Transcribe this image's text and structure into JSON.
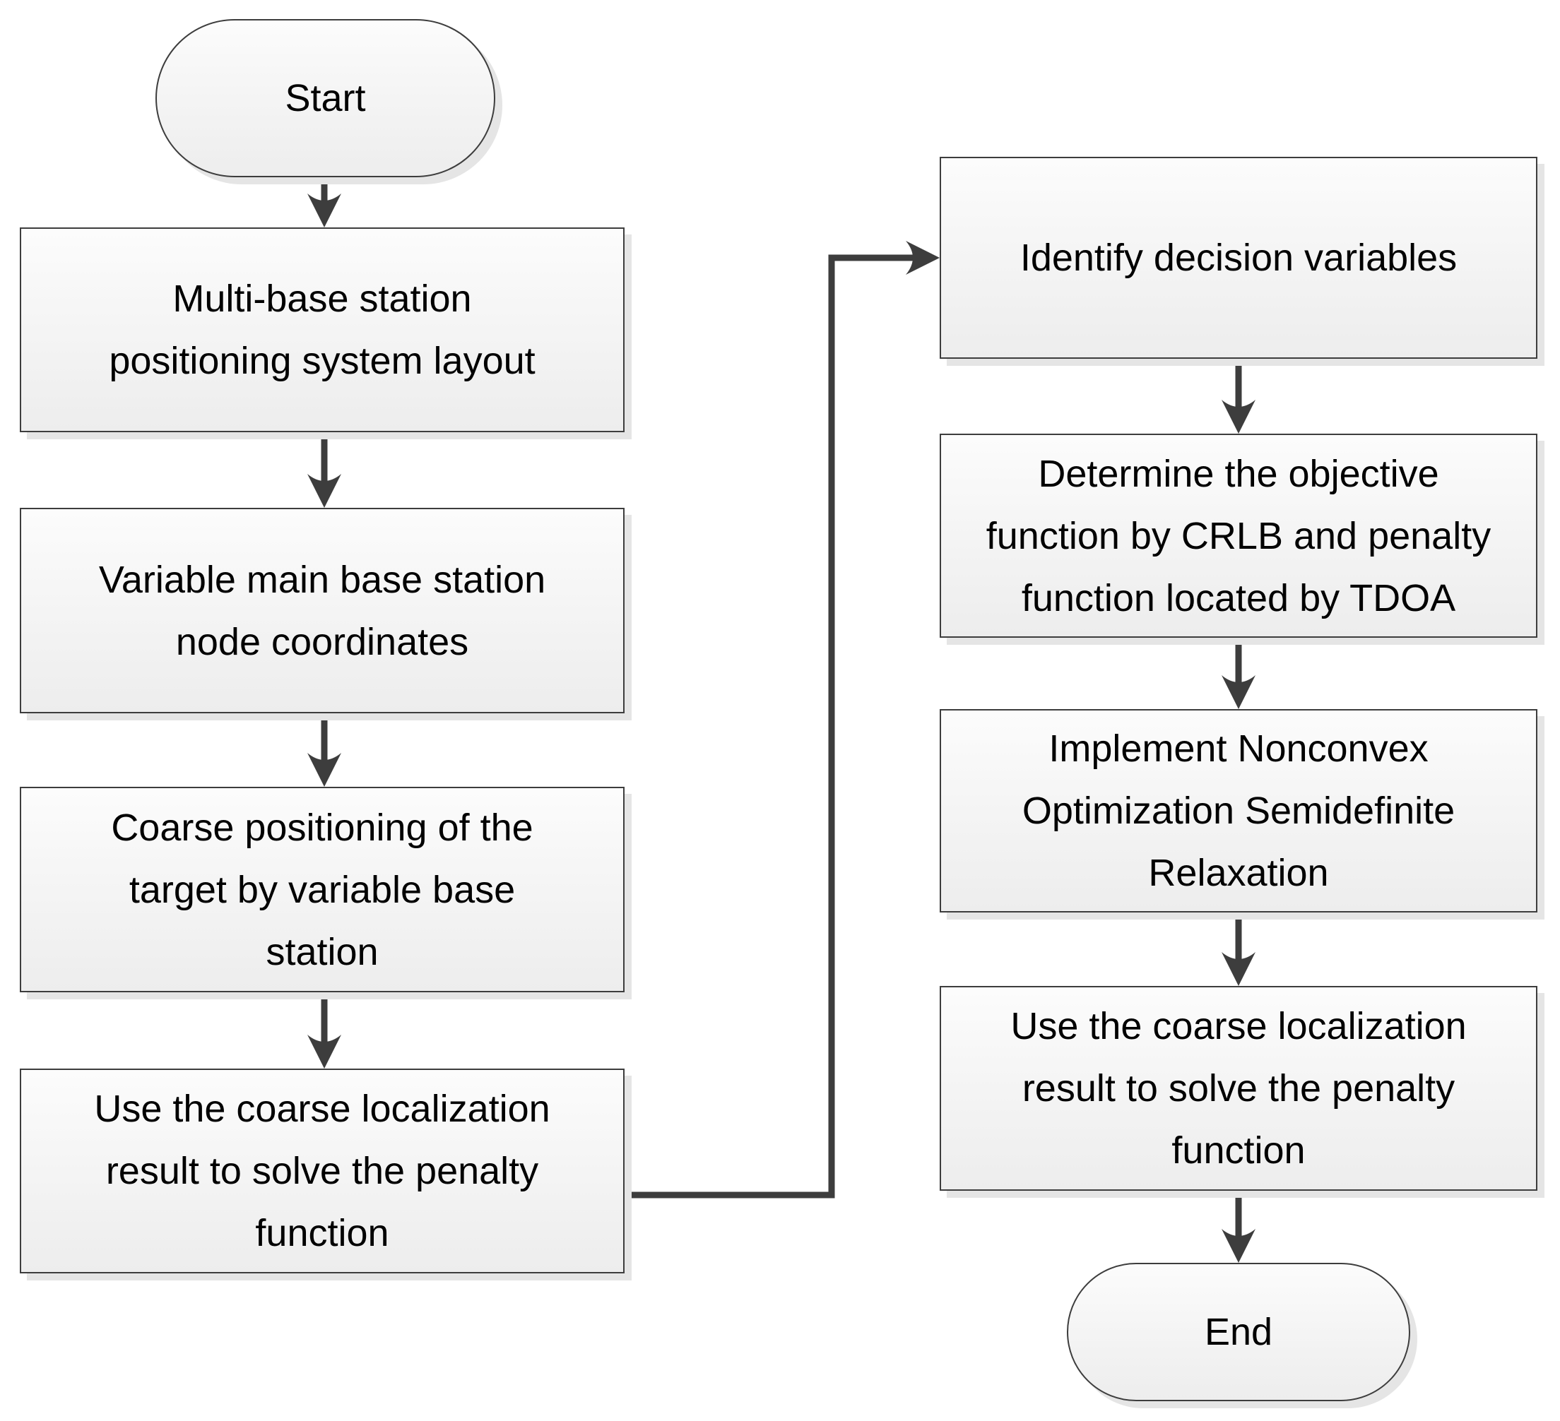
{
  "flowchart": {
    "nodes": [
      {
        "id": "start",
        "shape": "terminator",
        "label": "Start"
      },
      {
        "id": "multi-base-layout",
        "shape": "process",
        "label": "Multi-base station\npositioning system layout"
      },
      {
        "id": "variable-node-coordinates",
        "shape": "process",
        "label": "Variable main base station\nnode coordinates"
      },
      {
        "id": "coarse-positioning",
        "shape": "process",
        "label": "Coarse positioning of the\ntarget by variable base\nstation"
      },
      {
        "id": "solve-penalty-left",
        "shape": "process",
        "label": "Use the coarse localization\nresult to solve the penalty\nfunction"
      },
      {
        "id": "identify-decision-variables",
        "shape": "process",
        "label": "Identify decision variables"
      },
      {
        "id": "determine-objective",
        "shape": "process",
        "label": "Determine the objective\nfunction by CRLB and penalty\nfunction located by TDOA"
      },
      {
        "id": "nonconvex-sdr",
        "shape": "process",
        "label": "Implement Nonconvex\nOptimization Semidefinite\nRelaxation"
      },
      {
        "id": "solve-penalty-right",
        "shape": "process",
        "label": "Use the coarse localization\nresult to solve the penalty\nfunction"
      },
      {
        "id": "end",
        "shape": "terminator",
        "label": "End"
      }
    ],
    "edges": [
      {
        "from": "start",
        "to": "multi-base-layout"
      },
      {
        "from": "multi-base-layout",
        "to": "variable-node-coordinates"
      },
      {
        "from": "variable-node-coordinates",
        "to": "coarse-positioning"
      },
      {
        "from": "coarse-positioning",
        "to": "solve-penalty-left"
      },
      {
        "from": "solve-penalty-left",
        "to": "identify-decision-variables"
      },
      {
        "from": "identify-decision-variables",
        "to": "determine-objective"
      },
      {
        "from": "determine-objective",
        "to": "nonconvex-sdr"
      },
      {
        "from": "nonconvex-sdr",
        "to": "solve-penalty-right"
      },
      {
        "from": "solve-penalty-right",
        "to": "end"
      }
    ],
    "colors": {
      "node_border": "#3d3d3d",
      "arrow": "#3d3d3d",
      "node_fill_top": "#fcfcfc",
      "node_fill_bottom": "#ededed",
      "shadow": "#e5e5e5",
      "text": "#000000"
    }
  }
}
